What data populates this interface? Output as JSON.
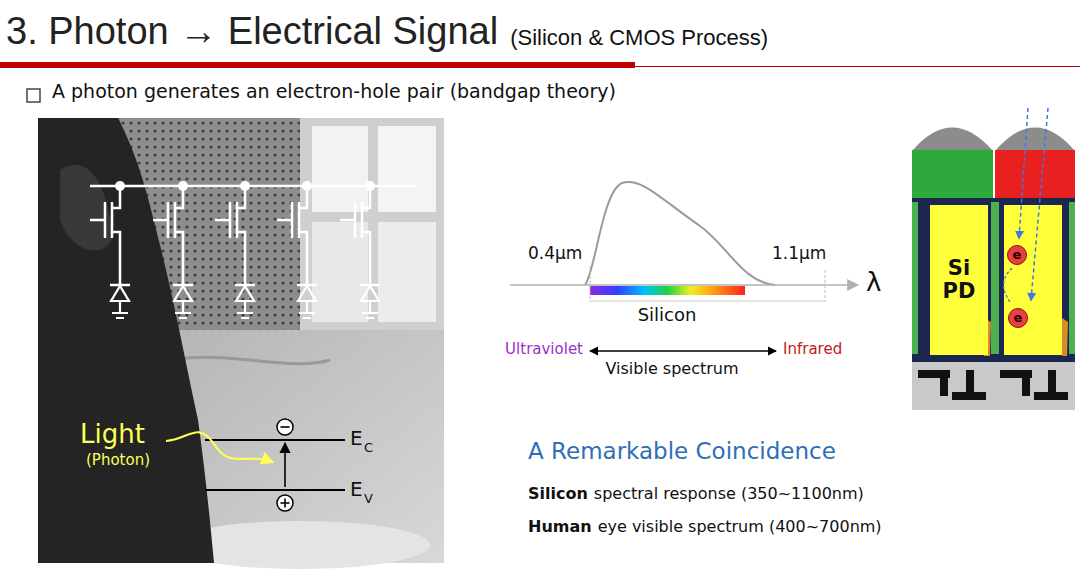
{
  "diagram": {
    "title": "3. Photon → Electrical Signal",
    "nodes": [
      {
        "text": [
          "Si PD"
        ]
      },
      {
        "text": [
          "e"
        ]
      },
      {
        "text": [
          "e"
        ]
      }
    ],
    "labels": [
      "(Silicon & CMOS Process)",
      "A photon generates an electron-hole pair (bandgap theory)",
      "Light",
      "(Photon)",
      "E",
      "C",
      "E",
      "V",
      "0.4μm",
      "1.1μm",
      "λ",
      "Silicon",
      "Ultraviolet",
      "Infrared",
      "Visible spectrum",
      "A Remarkable Coincidence",
      "Silicon",
      "spectral response (350~1100nm)",
      "Human",
      "eye visible spectrum (400~700nm)"
    ]
  }
}
